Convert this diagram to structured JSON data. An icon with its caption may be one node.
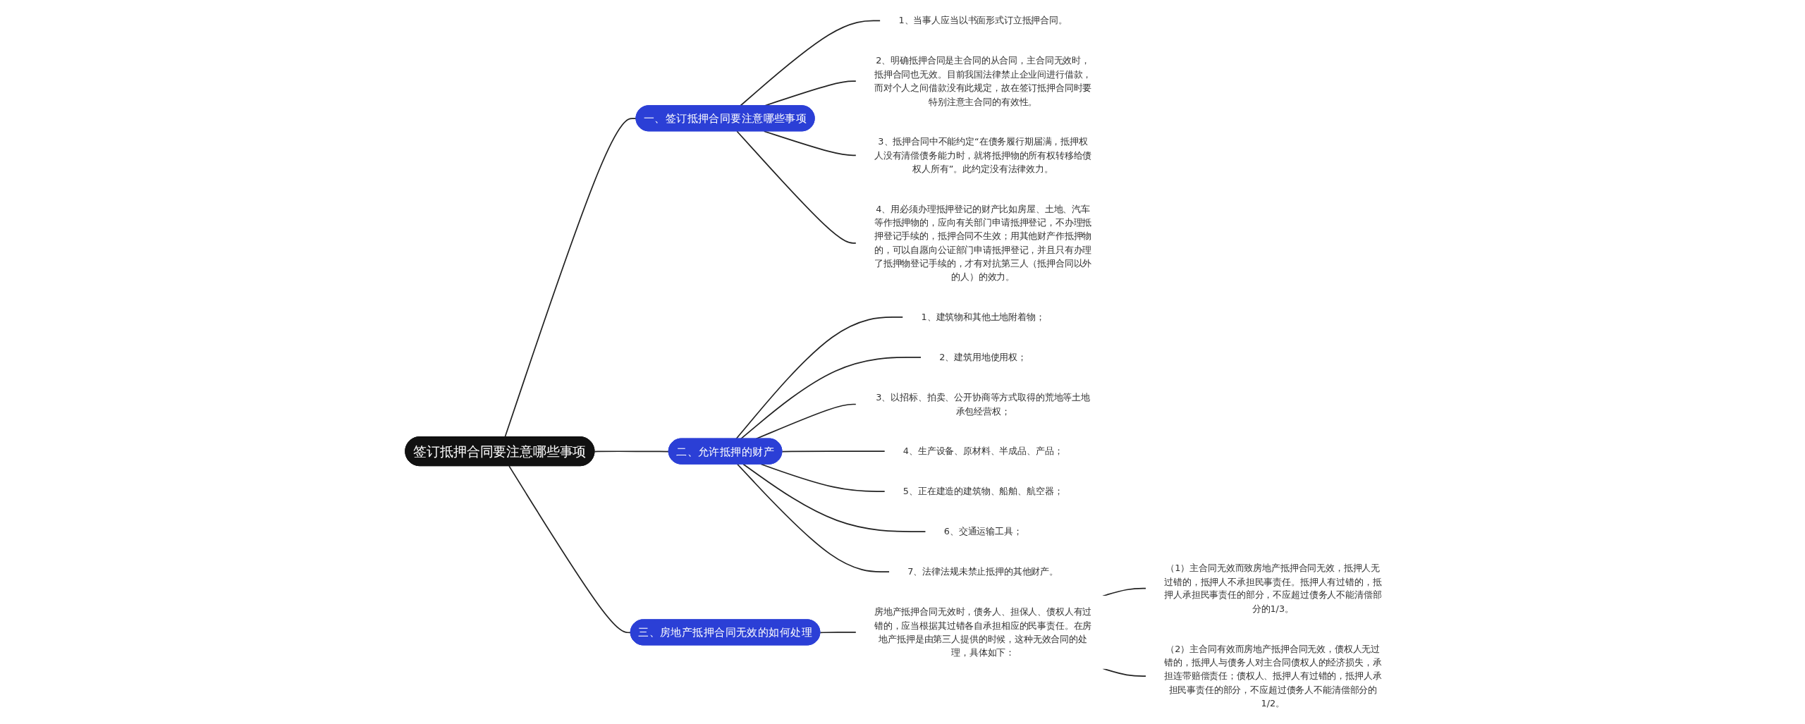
{
  "diagram": {
    "nodes": [
      {
        "text": [
          "签订抵押合同要注意哪些事项"
        ]
      },
      {
        "text": [
          "一、签订抵押合同要注意哪些事项"
        ]
      },
      {
        "text": [
          "1、当事人应当以书面形式订立抵押合同。"
        ]
      },
      {
        "text": [
          "2、明确抵押合同是主合同的从合同，主合同无效时，抵押合同也无效。目前我国法律禁止企业间进行借款，而对个人之间借款没有此规定，故在签订抵押合同时要特别注意主合同的有效性。"
        ]
      },
      {
        "text": [
          "3、抵押合同中不能约定“在债务履行期届满，抵押权人没有清偿债务能力时，就将抵押物的所有权转移给债权人所有”。此约定没有法律效力。"
        ]
      },
      {
        "text": [
          "4、用必须办理抵押登记的财产比如房屋、土地、汽车等作抵押物的，应向有关部门申请抵押登记，不办理抵押登记手续的，抵押合同不生效；用其他财产作抵押物的，可以自愿向公证部门申请抵押登记，并且只有办理了抵押物登记手续的，才有对抗第三人（抵押合同以外的人）的效力。"
        ]
      },
      {
        "text": [
          "二、允许抵押的财产"
        ]
      },
      {
        "text": [
          "1、建筑物和其他土地附着物；"
        ]
      },
      {
        "text": [
          "2、建筑用地使用权；"
        ]
      },
      {
        "text": [
          "3、以招标、拍卖、公开协商等方式取得的荒地等土地承包经营权；"
        ]
      },
      {
        "text": [
          "4、生产设备、原材料、半成品、产品；"
        ]
      },
      {
        "text": [
          "5、正在建造的建筑物、船舶、航空器；"
        ]
      },
      {
        "text": [
          "6、交通运输工具；"
        ]
      },
      {
        "text": [
          "7、法律法规未禁止抵押的其他财产。"
        ]
      },
      {
        "text": [
          "三、房地产抵押合同无效的如何处理"
        ]
      },
      {
        "text": [
          "房地产抵押合同无效时，债务人、担保人、债权人有过错的，应当根据其过错各自承担相应的民事责任。在房地产抵押是由第三人提供的时候，这种无效合同的处理，具体如下："
        ]
      },
      {
        "text": [
          "（1）主合同无效而致房地产抵押合同无效，抵押人无过错的，抵押人不承担民事责任。抵押人有过错的，抵押人承担民事责任的部分，不应超过债务人不能清偿部分的1/3。"
        ]
      },
      {
        "text": [
          "（2）主合同有效而房地产抵押合同无效，债权人无过错的，抵押人与债务人对主合同债权人的经济损失，承担连带赔偿责任；债权人、抵押人有过错的，抵押人承担民事责任的部分，不应超过债务人不能清偿部分的1/2。"
        ]
      }
    ],
    "edges": [
      {
        "from": 0,
        "to": 1,
        "arrow": "none"
      },
      {
        "from": 1,
        "to": 2,
        "arrow": "none"
      },
      {
        "from": 1,
        "to": 3,
        "arrow": "none"
      },
      {
        "from": 1,
        "to": 4,
        "arrow": "none"
      },
      {
        "from": 1,
        "to": 5,
        "arrow": "none"
      },
      {
        "from": 0,
        "to": 6,
        "arrow": "none"
      },
      {
        "from": 6,
        "to": 7,
        "arrow": "none"
      },
      {
        "from": 6,
        "to": 8,
        "arrow": "none"
      },
      {
        "from": 6,
        "to": 9,
        "arrow": "none"
      },
      {
        "from": 6,
        "to": 10,
        "arrow": "none"
      },
      {
        "from": 6,
        "to": 11,
        "arrow": "none"
      },
      {
        "from": 6,
        "to": 12,
        "arrow": "none"
      },
      {
        "from": 6,
        "to": 13,
        "arrow": "none"
      },
      {
        "from": 0,
        "to": 14,
        "arrow": "none"
      },
      {
        "from": 14,
        "to": 15,
        "arrow": "none"
      },
      {
        "from": 15,
        "to": 16,
        "arrow": "none"
      },
      {
        "from": 15,
        "to": 17,
        "arrow": "none"
      }
    ]
  }
}
